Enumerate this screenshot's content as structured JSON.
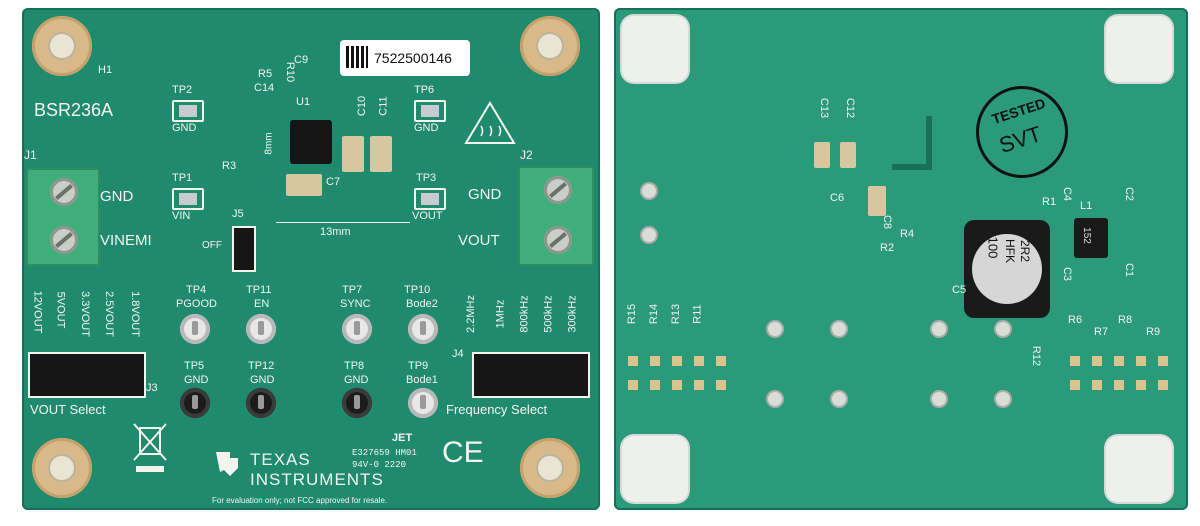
{
  "front": {
    "board_name": "BSR236A",
    "serial": "7522500146",
    "labels": {
      "h1": "H1",
      "u1": "U1",
      "r5": "R5",
      "r10": "R10",
      "c9": "C9",
      "c14": "C14",
      "c10": "C10",
      "c11": "C11",
      "r3": "R3",
      "c7": "C7",
      "j1": "J1",
      "j2": "J2",
      "j3": "J3",
      "j4": "J4",
      "j5": "J5",
      "off": "OFF",
      "dim_8mm": "8mm",
      "dim_13mm": "13mm",
      "gnd_left": "GND",
      "vinemi": "VINEMI",
      "gnd_right": "GND",
      "vout": "VOUT"
    },
    "testpoints": {
      "tp1": {
        "name": "TP1",
        "sub": "VIN"
      },
      "tp2": {
        "name": "TP2",
        "sub": "GND"
      },
      "tp3": {
        "name": "TP3",
        "sub": "VOUT"
      },
      "tp6": {
        "name": "TP6",
        "sub": "GND"
      },
      "tp4": {
        "name": "TP4",
        "sub": "PGOOD"
      },
      "tp11": {
        "name": "TP11",
        "sub": "EN"
      },
      "tp7": {
        "name": "TP7",
        "sub": "SYNC"
      },
      "tp10": {
        "name": "TP10",
        "sub": "Bode2"
      },
      "tp5": {
        "name": "TP5",
        "sub": "GND"
      },
      "tp12": {
        "name": "TP12",
        "sub": "GND"
      },
      "tp8": {
        "name": "TP8",
        "sub": "GND"
      },
      "tp9": {
        "name": "TP9",
        "sub": "Bode1"
      }
    },
    "vout_options": [
      "12VOUT",
      "5VOUT",
      "3.3VOUT",
      "2.5VOUT",
      "1.8VOUT"
    ],
    "vout_select": "VOUT Select",
    "freq_options": [
      "2.2MHz",
      "1MHz",
      "800kHz",
      "500kHz",
      "300kHz"
    ],
    "freq_select": "Frequency Select",
    "ti_brand_1": "TEXAS",
    "ti_brand_2": "INSTRUMENTS",
    "ul_mark": "JET",
    "ul_line1": "E327659 HM01",
    "ul_line2": "94V-0   2220",
    "ce_mark": "CE",
    "footer": "For evaluation only; not FCC approved for resale."
  },
  "back": {
    "stamp_line1": "TESTED",
    "stamp_line2": "SVT",
    "labels": {
      "c13": "C13",
      "c12": "C12",
      "c6": "C6",
      "c8": "C8",
      "r4": "R4",
      "r2": "R2",
      "r1": "R1",
      "c4": "C4",
      "l1": "L1",
      "c2": "C2",
      "c5": "C5",
      "c3": "C3",
      "c1": "C1",
      "r15": "R15",
      "r14": "R14",
      "r13": "R13",
      "r11": "R11",
      "r6": "R6",
      "r7": "R7",
      "r8": "R8",
      "r9": "R9",
      "r12": "R12"
    },
    "inductor_marking": [
      "100",
      "HFK",
      "2R2"
    ],
    "l1_marking": "152"
  },
  "colors": {
    "pcb_green": "#1f8a6e",
    "silkscreen": "#f4f4ee",
    "terminal_green": "#3fae7a"
  }
}
